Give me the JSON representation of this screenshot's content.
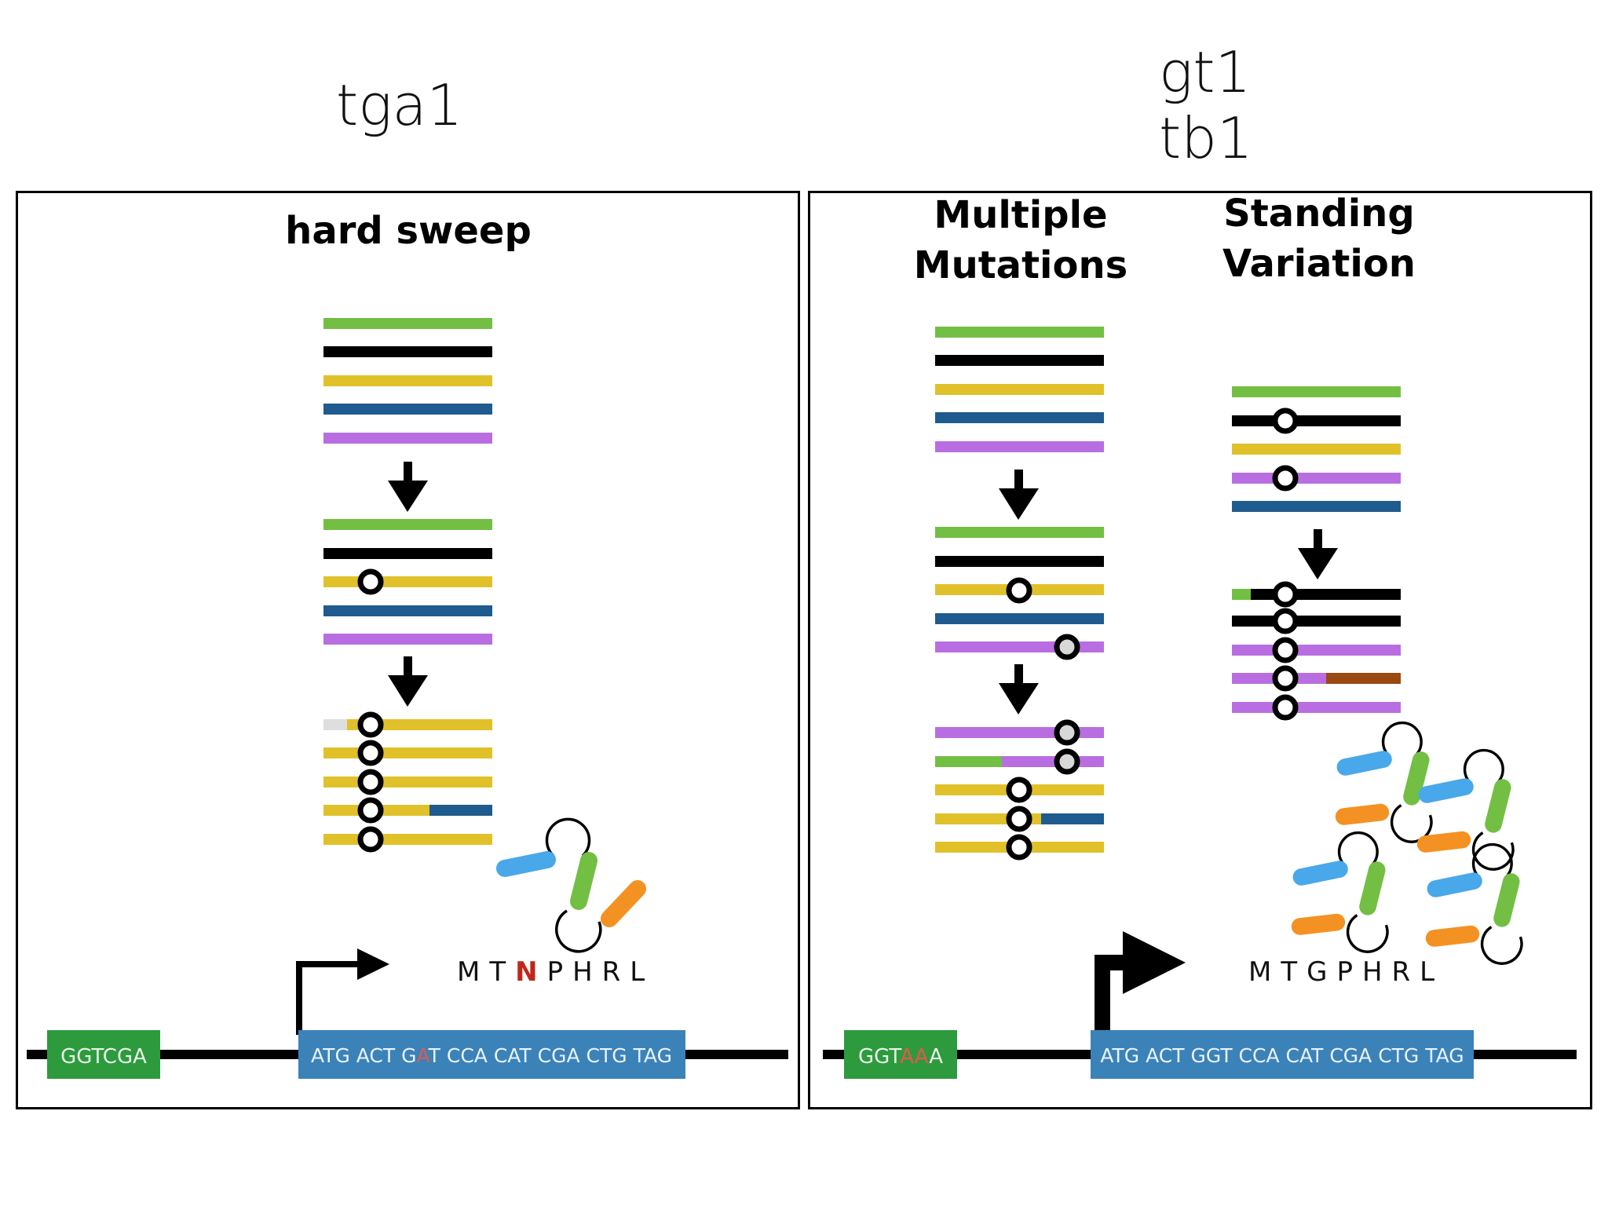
{
  "genes": {
    "left": "tga1",
    "right_line1": "gt1",
    "right_line2": "tb1"
  },
  "panels": {
    "left": {
      "heading": "hard sweep",
      "protein": {
        "pre": "MT",
        "mut": "N",
        "post": "PHRL"
      },
      "regulatory_box": "GGTCGA",
      "coding_box": {
        "pre": "ATG ACT G",
        "mut": "A",
        "post": "T CCA CAT CGA CTG TAG"
      }
    },
    "right": {
      "heading_a": "Multiple\nMutations",
      "heading_b": "Standing\nVariation",
      "protein": "MTGPHRL",
      "regulatory_box": {
        "pre": "GGT",
        "mut": "AA",
        "post": "A"
      },
      "coding_box": "ATG ACT GGT CCA CAT CGA CTG TAG"
    }
  },
  "colors": {
    "green": "#72bf44",
    "black": "#000000",
    "yellow": "#e0c12a",
    "blue": "#1f5b8e",
    "purple": "#b86ee0",
    "brown": "#9a4a10",
    "light_gray": "#dedede",
    "box_blue": "#3b82b9",
    "box_green": "#2e9a3e",
    "mutation_red": "#c0271a",
    "tf_blue": "#49a8ea",
    "tf_green": "#72bf44",
    "tf_orange": "#f39222"
  }
}
